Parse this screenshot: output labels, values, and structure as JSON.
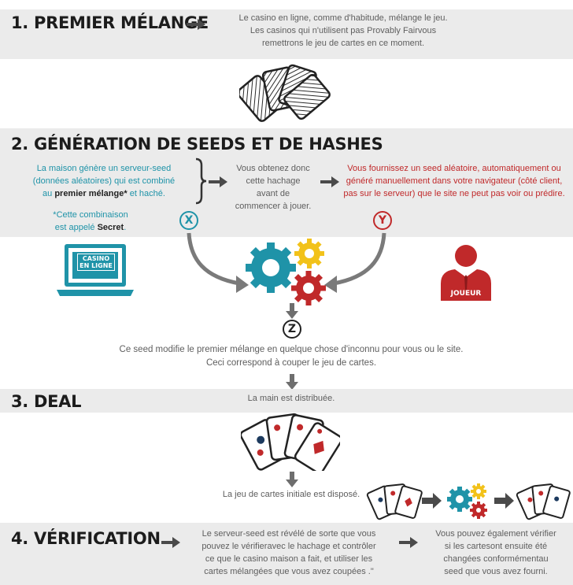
{
  "colors": {
    "teal": "#1f93a8",
    "red": "#c0292a",
    "orange": "#f2c21a",
    "band": "#ebebeb",
    "title": "#1c1c1c"
  },
  "s1": {
    "title": "1. PREMIER MÉLANGE",
    "desc": [
      "Le casino en ligne, comme d'habitude, mélange le jeu.",
      "Les casinos qui n'utilisent pas Provably Fairvous",
      "remettrons le jeu de cartes en ce moment."
    ]
  },
  "s2": {
    "title": "2. GÉNÉRATION DE SEEDS ET DE HASHES",
    "house": {
      "l1": "La maison génère un serveur-seed",
      "l2": "(données aléatoires) qui est combiné",
      "l3_pre": "au ",
      "l3_bold": "premier mélange*",
      "l3_post": " et haché."
    },
    "note": {
      "l1": "*Cette combinaison",
      "l2_pre": "est appelé ",
      "l2_bold": "Secret",
      "l2_post": "."
    },
    "middle": [
      "Vous obtenez donc",
      "cette hachage",
      "avant de",
      "commencer à jouer."
    ],
    "user": [
      "Vous fournissez un seed aléatoire, automatiquement ou",
      "généré manuellement dans votre navigateur (côté client,",
      "pas sur le serveur) que le site ne peut pas voir ou prédire."
    ],
    "marker_x": "X",
    "marker_y": "Y",
    "marker_z": "Z",
    "laptop_text": [
      "CASINO",
      "EN LIGNE"
    ],
    "player_label": "JOUEUR",
    "result": [
      "Ce seed modifie le premier mélange en quelque chose d'inconnu pour vous ou le site.",
      "Ceci correspond à couper le jeu de cartes."
    ]
  },
  "s3": {
    "title": "3. DEAL",
    "hand": "La main est distribuée.",
    "initial": "La jeu de cartes initiale est disposé."
  },
  "s4": {
    "title": "4. VÉRIFICATION",
    "left": [
      "Le serveur-seed est révélé de sorte que vous",
      "pouvez le vérifieravec le hachage et contrôler",
      "ce que le casino maison a fait, et utiliser les",
      "cartes mélangées que vous avez coupées .\""
    ],
    "right": [
      "Vous pouvez également vérifier",
      "si les cartesont ensuite été",
      "changées conformémentau",
      "seed que vous avez fourni."
    ]
  }
}
